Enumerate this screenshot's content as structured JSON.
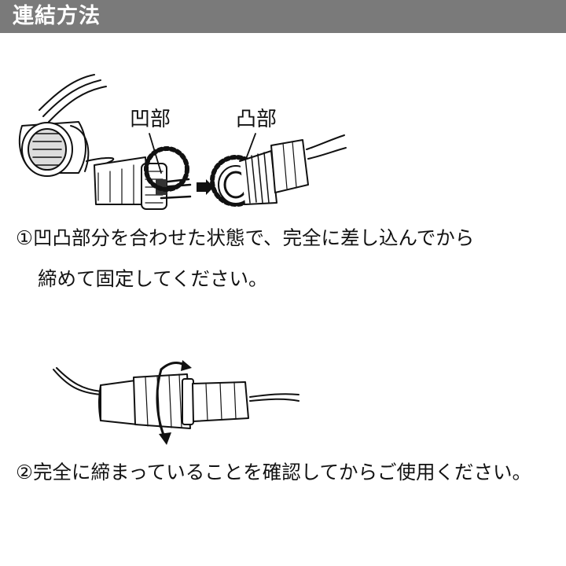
{
  "header": {
    "title": "連結方法"
  },
  "figure1": {
    "female_label": "凹部",
    "male_label": "凸部"
  },
  "steps": {
    "step1_line1": "①凹凸部分を合わせた状態で、完全に差し込んでから",
    "step1_line2": "締めて固定してください。",
    "step2": "②完全に締まっていることを確認してからご使用ください。"
  },
  "colors": {
    "header_bg": "#7a7a7a",
    "header_text": "#ffffff",
    "text": "#111111"
  }
}
